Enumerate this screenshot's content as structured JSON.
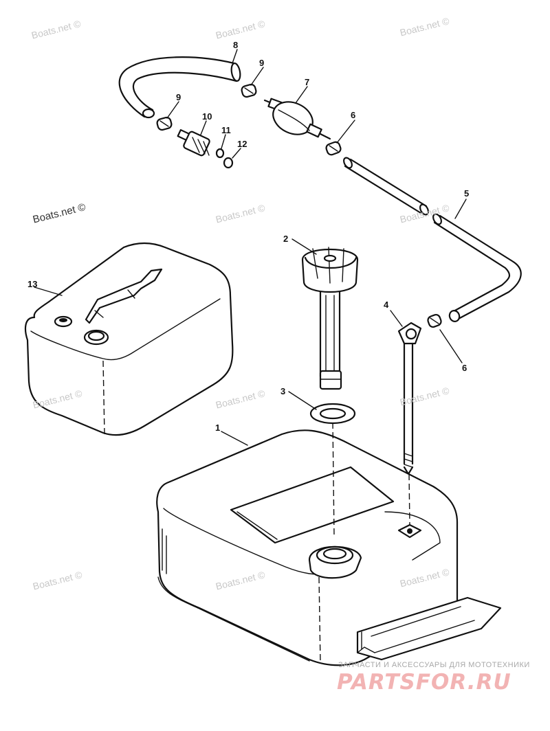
{
  "watermarks": {
    "top_left": "Boats.net ©",
    "top_center": "Boats.net ©",
    "top_right": "Boats.net ©",
    "mid_left": "Boats.net ©",
    "mid_center": "Boats.net ©",
    "mid_right": "Boats.net ©",
    "lower_left": "Boats.net ©",
    "lower_center": "Boats.net ©",
    "lower_right": "Boats.net ©",
    "bottom_left": "Boats.net ©",
    "bottom_center": "Boats.net ©",
    "bottom_right": "Boats.net ©"
  },
  "callouts": {
    "p1": "1",
    "p2": "2",
    "p3": "3",
    "p4": "4",
    "p5": "5",
    "p6a": "6",
    "p6b": "6",
    "p7": "7",
    "p8": "8",
    "p9a": "9",
    "p9b": "9",
    "p10": "10",
    "p11": "11",
    "p12": "12",
    "p13": "13"
  },
  "branding": {
    "tagline": "ЗАПЧАСТИ И АКСЕССУАРЫ ДЛЯ МОТОТЕХНИКИ",
    "logo": "PARTSFOR.RU"
  }
}
